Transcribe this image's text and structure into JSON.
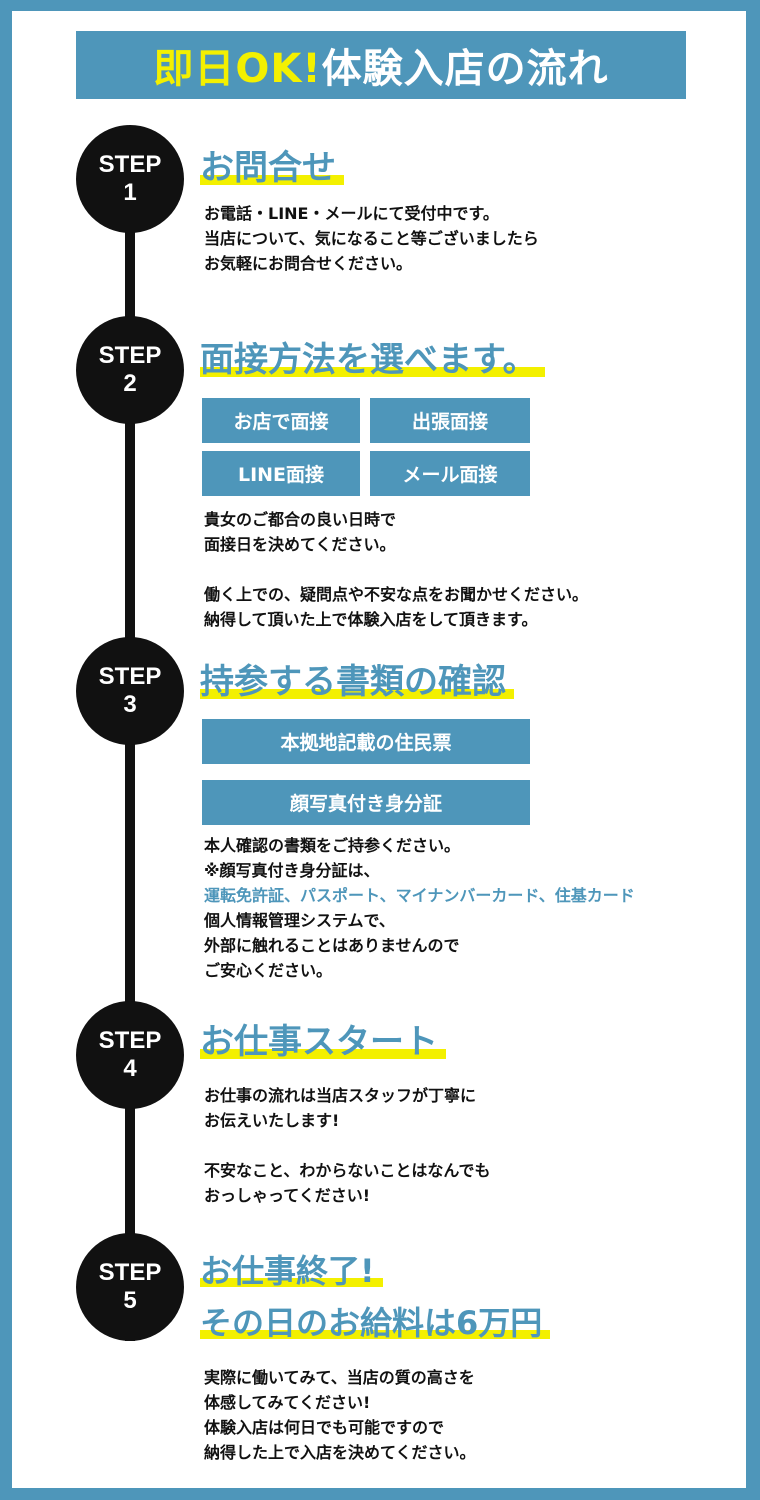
{
  "banner": {
    "highlight": "即日OK!",
    "rest": "体験入店の流れ"
  },
  "steps": [
    {
      "label": "STEP",
      "number": "1",
      "heading": "お問合せ",
      "lines": [
        "お電話・LINE・メールにて受付中です。",
        "当店について、気になること等ございましたら",
        "お気軽にお問合せください。"
      ]
    },
    {
      "label": "STEP",
      "number": "2",
      "heading": "面接方法を選べます。",
      "options": [
        "お店で面接",
        "出張面接",
        "LINE面接",
        "メール面接"
      ],
      "lines": [
        "貴女のご都合の良い日時で",
        "面接日を決めてください。",
        "",
        "働く上での、疑問点や不安な点をお聞かせください。",
        "納得して頂いた上で体験入店をして頂きます。"
      ]
    },
    {
      "label": "STEP",
      "number": "3",
      "heading": "持参する書類の確認",
      "documents": [
        "本拠地記載の住民票",
        "顔写真付き身分証"
      ],
      "lines": [
        "本人確認の書類をご持参ください。",
        "※顔写真付き身分証は、",
        "運転免許証、パスポート、マイナンバーカード、住基カード",
        "個人情報管理システムで、",
        "外部に触れることはありませんので",
        "ご安心ください。"
      ]
    },
    {
      "label": "STEP",
      "number": "4",
      "heading": "お仕事スタート",
      "lines": [
        "お仕事の流れは当店スタッフが丁寧に",
        "お伝えいたします!",
        "",
        "不安なこと、わからないことはなんでも",
        "おっしゃってください!"
      ]
    },
    {
      "label": "STEP",
      "number": "5",
      "heading": "お仕事終了!",
      "heading2": "その日のお給料は6万円",
      "lines": [
        "実際に働いてみて、当店の質の高さを",
        "体感してみてください!",
        "体験入店は何日でも可能ですので",
        "納得した上で入店を決めてください。"
      ]
    }
  ],
  "colors": {
    "frame": "#4e96ba",
    "accent": "#4e96ba",
    "highlight": "#f3f000",
    "circle": "#111111"
  }
}
